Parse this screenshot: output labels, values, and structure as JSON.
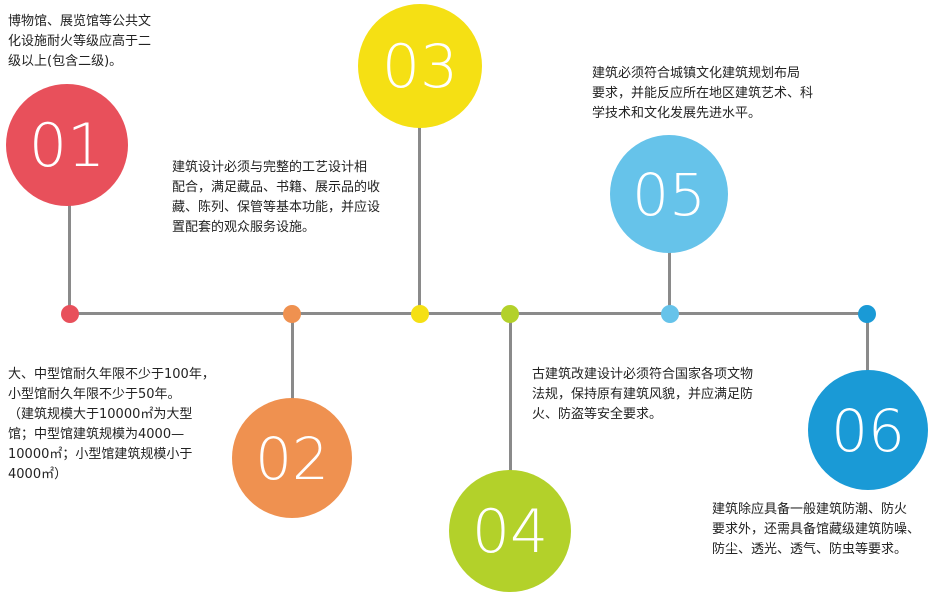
{
  "milestones": [
    {
      "number": "01",
      "color": "#e8505b",
      "text": "博物馆、展览馆等公共文\n化设施耐火等级应高于二\n级以上(包含二级)。"
    },
    {
      "number": "02",
      "color": "#ef9150",
      "text": "大、中型馆耐久年限不少于100年，\n小型馆耐久年限不少于50年。\n（建筑规模大于10000㎡为大型\n馆；中型馆建筑规模为4000—\n10000㎡；小型馆建筑规模小于\n4000㎡）"
    },
    {
      "number": "03",
      "color": "#f5e014",
      "text": "建筑设计必须与完整的工艺设计相\n配合，满足藏品、书籍、展示品的收\n藏、陈列、保管等基本功能，并应设\n置配套的观众服务设施。"
    },
    {
      "number": "04",
      "color": "#b3d12a",
      "text": "古建筑改建设计必须符合国家各项文物\n法规，保持原有建筑风貌，并应满足防\n火、防盗等安全要求。"
    },
    {
      "number": "05",
      "color": "#66c3ea",
      "text": "建筑必须符合城镇文化建筑规划布局\n要求，并能反应所在地区建筑艺术、科\n学技术和文化发展先进水平。"
    },
    {
      "number": "06",
      "color": "#1a9ad6",
      "text": "建筑除应具备一般建筑防潮、防火\n要求外，还需具备馆藏级建筑防噪、\n防尘、透光、透气、防虫等要求。"
    }
  ]
}
